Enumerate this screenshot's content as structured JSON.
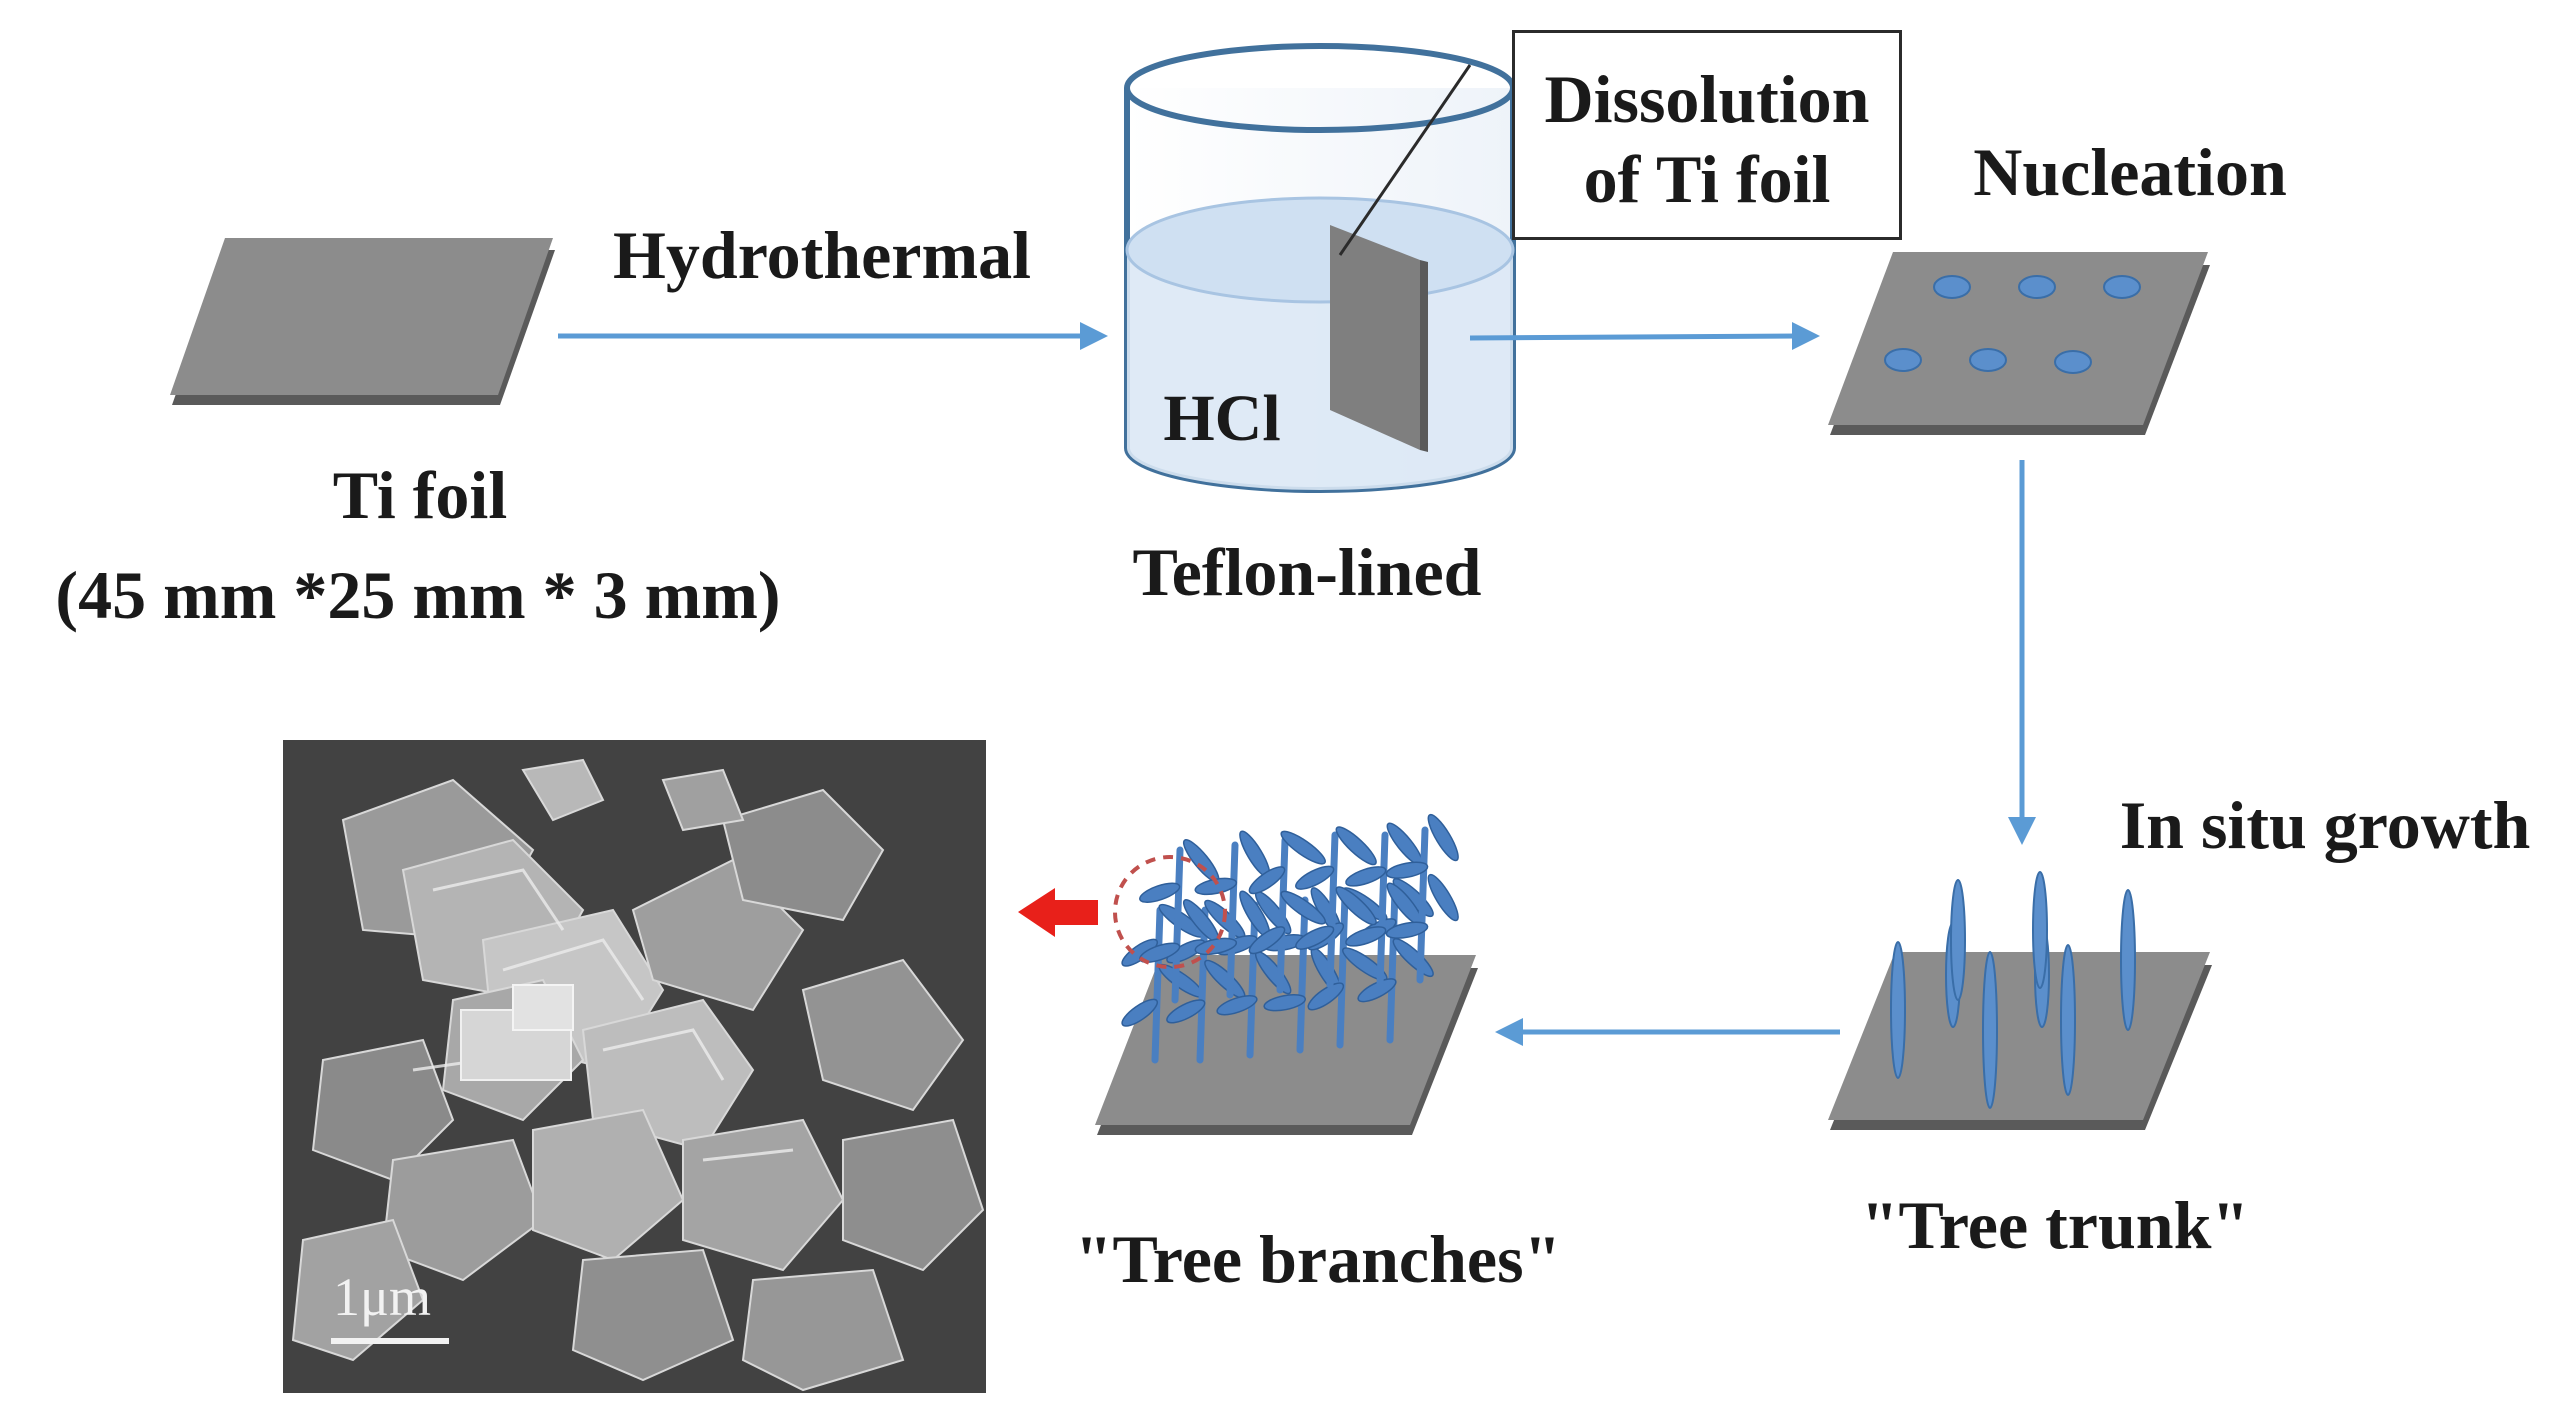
{
  "steps": {
    "ti_foil": {
      "label": "Ti foil",
      "dimensions": "(45 mm *25 mm * 3 mm)"
    },
    "hydrothermal": {
      "label": "Hydrothermal"
    },
    "reactor": {
      "solution": "HCl",
      "label": "Teflon-lined"
    },
    "dissolution": {
      "line1": "Dissolution",
      "line2": "of Ti foil"
    },
    "nucleation": {
      "label": "Nucleation"
    },
    "growth": {
      "label": "In situ growth"
    },
    "trunk": {
      "label": "\"Tree trunk\""
    },
    "branches": {
      "label": "\"Tree branches\""
    }
  },
  "sem_image": {
    "scale_bar": "1μm"
  },
  "colors": {
    "flow_arrow": "#5b9bd5",
    "substrate_top": "#8c8c8c",
    "substrate_edge": "#5a5a5a",
    "beaker_outline": "#41719c",
    "solution": "#dbe8f5",
    "nuclei": "#5b8fcc",
    "structures": "#4a7fc1",
    "highlight_circle": "#c0504d",
    "pointer_arrow": "#e8201a"
  }
}
